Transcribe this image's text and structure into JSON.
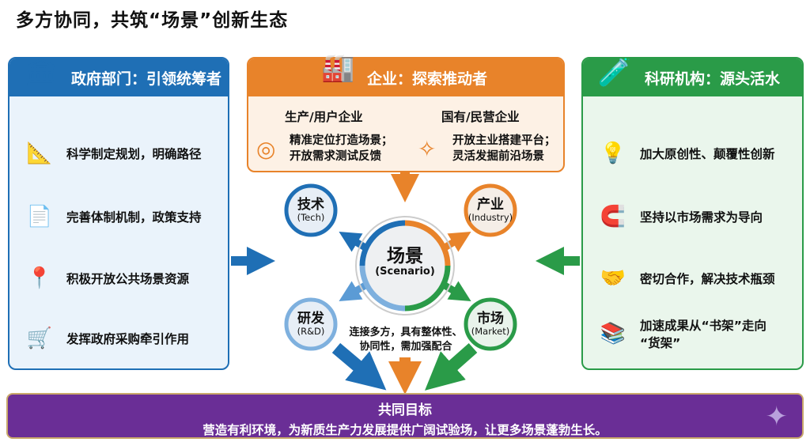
{
  "title": "多方协同，共筑“场景”创新生态",
  "government": {
    "header": "政府部门：引领统筹者",
    "items": [
      {
        "label": "科学制定规划，明确路径",
        "icon": "blueprint-icon"
      },
      {
        "label": "完善体制机制，政策支持",
        "icon": "document-gear-icon"
      },
      {
        "label": "积极开放公共场景资源",
        "icon": "map-pin-icon"
      },
      {
        "label": "发挥政府采购牵引作用",
        "icon": "shopping-cart-icon"
      }
    ]
  },
  "enterprise": {
    "header": "企业：探索推动者",
    "col1": {
      "title": "生产/用户企业",
      "line1": "精准定位打造场景；",
      "line2": "开放需求测试反馈"
    },
    "col2": {
      "title": "国有/民营企业",
      "line1": "开放主业搭建平台；",
      "line2": "灵活发掘前沿场景"
    }
  },
  "research": {
    "header": "科研机构：源头活水",
    "items": [
      {
        "label": "加大原创性、颠覆性创新",
        "icon": "lightbulb-icon"
      },
      {
        "label": "坚持以市场需求为导向",
        "icon": "magnet-icon"
      },
      {
        "label": "密切合作，解决技术瓶颈",
        "icon": "handshake-icon"
      },
      {
        "label": "加速成果从“书架”走向",
        "label2": "“货架”",
        "icon": "bookshelf-icon"
      }
    ]
  },
  "hub": {
    "center": {
      "cn": "场景",
      "en": "(Scenario)"
    },
    "tech": {
      "cn": "技术",
      "en": "(Tech)"
    },
    "industry": {
      "cn": "产业",
      "en": "(Industry)"
    },
    "rnd": {
      "cn": "研发",
      "en": "(R&D)"
    },
    "market": {
      "cn": "市场",
      "en": "(Market)"
    },
    "note1": "连接多方，具有整体性、",
    "note2": "协同性，需加强配合"
  },
  "goal": {
    "title": "共同目标",
    "text": "营造有利环境，为新质生产力发展提供广阔试验场，让更多场景蓬勃生长。"
  },
  "colors": {
    "blue": "#1f6fb5",
    "orange": "#e8832a",
    "green": "#2a9b48",
    "purple": "#6a2e96"
  }
}
